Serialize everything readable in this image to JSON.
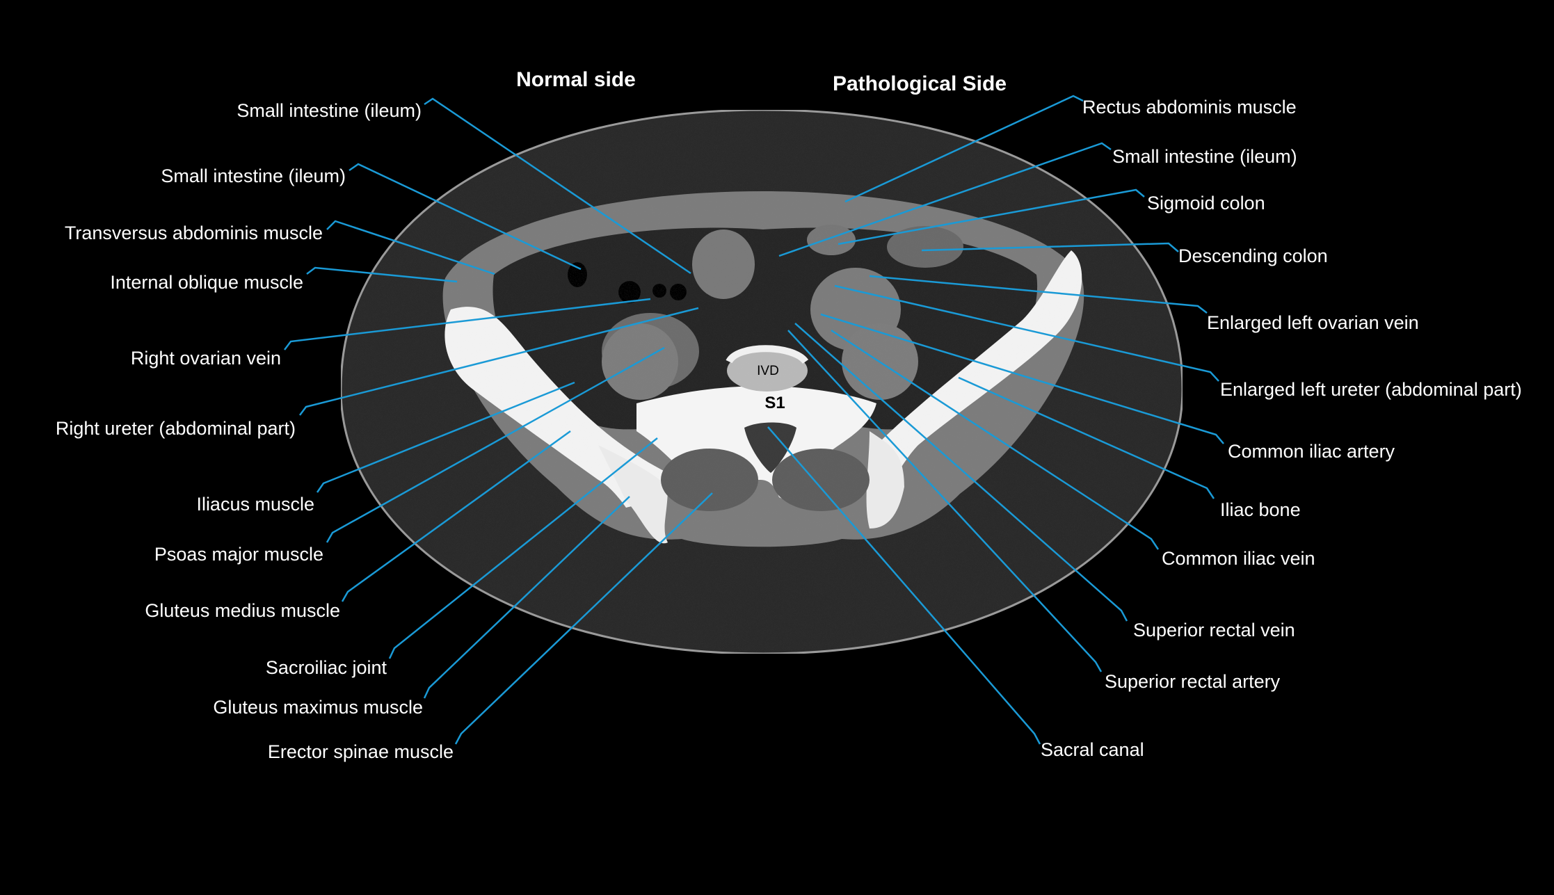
{
  "headers": {
    "normal_side": "Normal side",
    "pathological_side": "Pathological Side"
  },
  "ct_labels": {
    "ivd": "IVD",
    "s1": "S1"
  },
  "colors": {
    "background": "#000000",
    "leader_line": "#1a9ad6",
    "label_text": "#ffffff"
  },
  "left_labels": [
    {
      "text": "Small intestine (ileum)"
    },
    {
      "text": "Small intestine (ileum)"
    },
    {
      "text": "Transversus abdominis muscle"
    },
    {
      "text": "Internal oblique muscle"
    },
    {
      "text": "Right ovarian vein"
    },
    {
      "text": "Right ureter (abdominal part)"
    },
    {
      "text": "Iliacus muscle"
    },
    {
      "text": "Psoas major muscle"
    },
    {
      "text": "Gluteus medius muscle"
    },
    {
      "text": "Sacroiliac joint"
    },
    {
      "text": "Gluteus maximus muscle"
    },
    {
      "text": "Erector spinae muscle"
    }
  ],
  "right_labels": [
    {
      "text": "Rectus abdominis muscle"
    },
    {
      "text": "Small intestine (ileum)"
    },
    {
      "text": "Sigmoid colon"
    },
    {
      "text": "Descending colon"
    },
    {
      "text": "Enlarged left ovarian vein"
    },
    {
      "text": "Enlarged left ureter (abdominal part)"
    },
    {
      "text": "Common iliac artery"
    },
    {
      "text": "Iliac bone"
    },
    {
      "text": "Common iliac vein"
    },
    {
      "text": "Superior rectal  vein"
    },
    {
      "text": "Superior rectal  artery"
    },
    {
      "text": "Sacral canal"
    }
  ]
}
